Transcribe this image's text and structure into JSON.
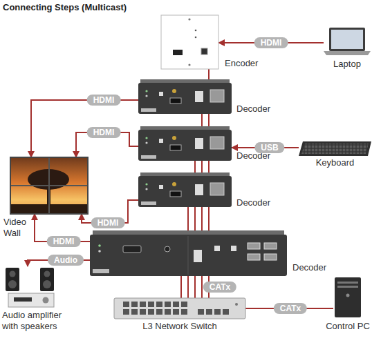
{
  "diagram": {
    "title": "Connecting Steps (Multicast)",
    "nodes": [
      {
        "text": [
          "Encoder"
        ]
      },
      {
        "text": [
          "Laptop"
        ]
      },
      {
        "text": [
          "Decoder"
        ]
      },
      {
        "text": [
          "Decoder"
        ]
      },
      {
        "text": [
          "Keyboard"
        ]
      },
      {
        "text": [
          "Decoder"
        ]
      },
      {
        "text": [
          "Video Wall"
        ]
      },
      {
        "text": [
          "Decoder"
        ]
      },
      {
        "text": [
          "Audio amplifier with speakers"
        ]
      },
      {
        "text": [
          "L3 Network Switch"
        ]
      },
      {
        "text": [
          "Control PC"
        ]
      }
    ],
    "edges": [
      {
        "from": 1,
        "to": 0,
        "arrow": "to",
        "label": "HDMI"
      },
      {
        "from": 2,
        "to": 6,
        "arrow": "to",
        "label": "HDMI"
      },
      {
        "from": 3,
        "to": 6,
        "arrow": "to",
        "label": "HDMI"
      },
      {
        "from": 4,
        "to": 3,
        "arrow": "to",
        "label": "USB"
      },
      {
        "from": 5,
        "to": 6,
        "arrow": "to",
        "label": "HDMI"
      },
      {
        "from": 7,
        "to": 6,
        "arrow": "to",
        "label": "HDMI"
      },
      {
        "from": 7,
        "to": 8,
        "arrow": "to",
        "label": "Audio"
      },
      {
        "from": 9,
        "to": 0,
        "arrow": "none"
      },
      {
        "from": 9,
        "to": 2,
        "arrow": "none"
      },
      {
        "from": 9,
        "to": 3,
        "arrow": "none"
      },
      {
        "from": 9,
        "to": 5,
        "arrow": "none"
      },
      {
        "from": 9,
        "to": 7,
        "arrow": "none",
        "label": "CATx"
      },
      {
        "from": 10,
        "to": 9,
        "arrow": "none",
        "label": "CATx"
      }
    ]
  }
}
